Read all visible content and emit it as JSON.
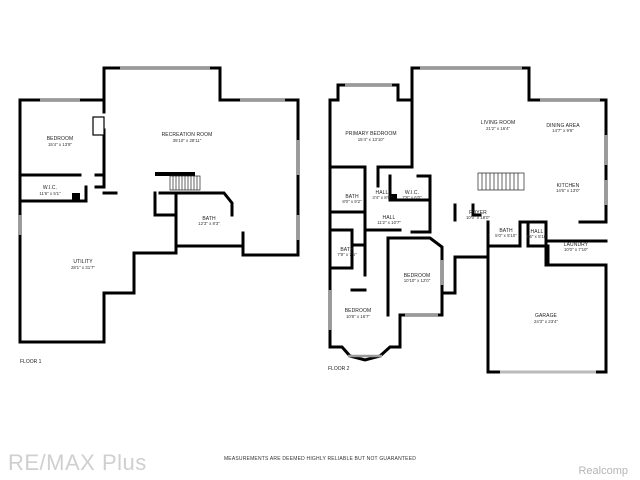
{
  "floors": [
    {
      "label": "FLOOR 1",
      "rooms": [
        {
          "id": "f1-bedroom",
          "name": "BEDROOM",
          "dims": "15'4\" x 13'8\""
        },
        {
          "id": "f1-recreation-room",
          "name": "RECREATION ROOM",
          "dims": "35'10\" x 28'11\""
        },
        {
          "id": "f1-wic",
          "name": "W.I.C.",
          "dims": "11'6\" x 5'1\""
        },
        {
          "id": "f1-bath",
          "name": "BATH",
          "dims": "12'3\" x 8'3\""
        },
        {
          "id": "f1-utility",
          "name": "UTILITY",
          "dims": "28'1\" x 31'7\""
        }
      ]
    },
    {
      "label": "FLOOR 2",
      "rooms": [
        {
          "id": "f2-living-room",
          "name": "LIVING ROOM",
          "dims": "21'2\" x 16'4\""
        },
        {
          "id": "f2-dining-area",
          "name": "DINING AREA",
          "dims": "14'7\" x 9'6\""
        },
        {
          "id": "f2-primary-bedroom",
          "name": "PRIMARY BEDROOM",
          "dims": "15'4\" x 13'10\""
        },
        {
          "id": "f2-kitchen",
          "name": "KITCHEN",
          "dims": "14'6\" x 13'0\""
        },
        {
          "id": "f2-bath-1",
          "name": "BATH",
          "dims": "8'0\" x 9'2\""
        },
        {
          "id": "f2-hall-1",
          "name": "HALL",
          "dims": "3'4\" x 8'0\""
        },
        {
          "id": "f2-wic",
          "name": "W.I.C.",
          "dims": "7'8\" x 6'0\""
        },
        {
          "id": "f2-hall-2",
          "name": "HALL",
          "dims": "11'2\" x 10'7\""
        },
        {
          "id": "f2-foyer",
          "name": "FOYER",
          "dims": "10'0\" x 18'0\""
        },
        {
          "id": "f2-bath-2",
          "name": "BATH",
          "dims": "5'0\" x 5'10\""
        },
        {
          "id": "f2-hall-3",
          "name": "HALL",
          "dims": "3'6\" x 5'10\""
        },
        {
          "id": "f2-laundry",
          "name": "LAUNDRY",
          "dims": "10'0\" x 7'10\""
        },
        {
          "id": "f2-bath-3",
          "name": "BATH",
          "dims": "7'8\" x 7'5\""
        },
        {
          "id": "f2-bedroom-1",
          "name": "BEDROOM",
          "dims": "10'10\" x 12'0\""
        },
        {
          "id": "f2-bedroom-2",
          "name": "BEDROOM",
          "dims": "10'8\" x 16'7\""
        },
        {
          "id": "f2-garage",
          "name": "GARAGE",
          "dims": "24'3\" x 23'4\""
        }
      ]
    }
  ],
  "footer": {
    "brand": "RE/MAX Plus",
    "disclaimer": "MEASUREMENTS ARE DEEMED HIGHLY RELIABLE BUT NOT GUARANTEED",
    "credit": "Realcomp"
  }
}
